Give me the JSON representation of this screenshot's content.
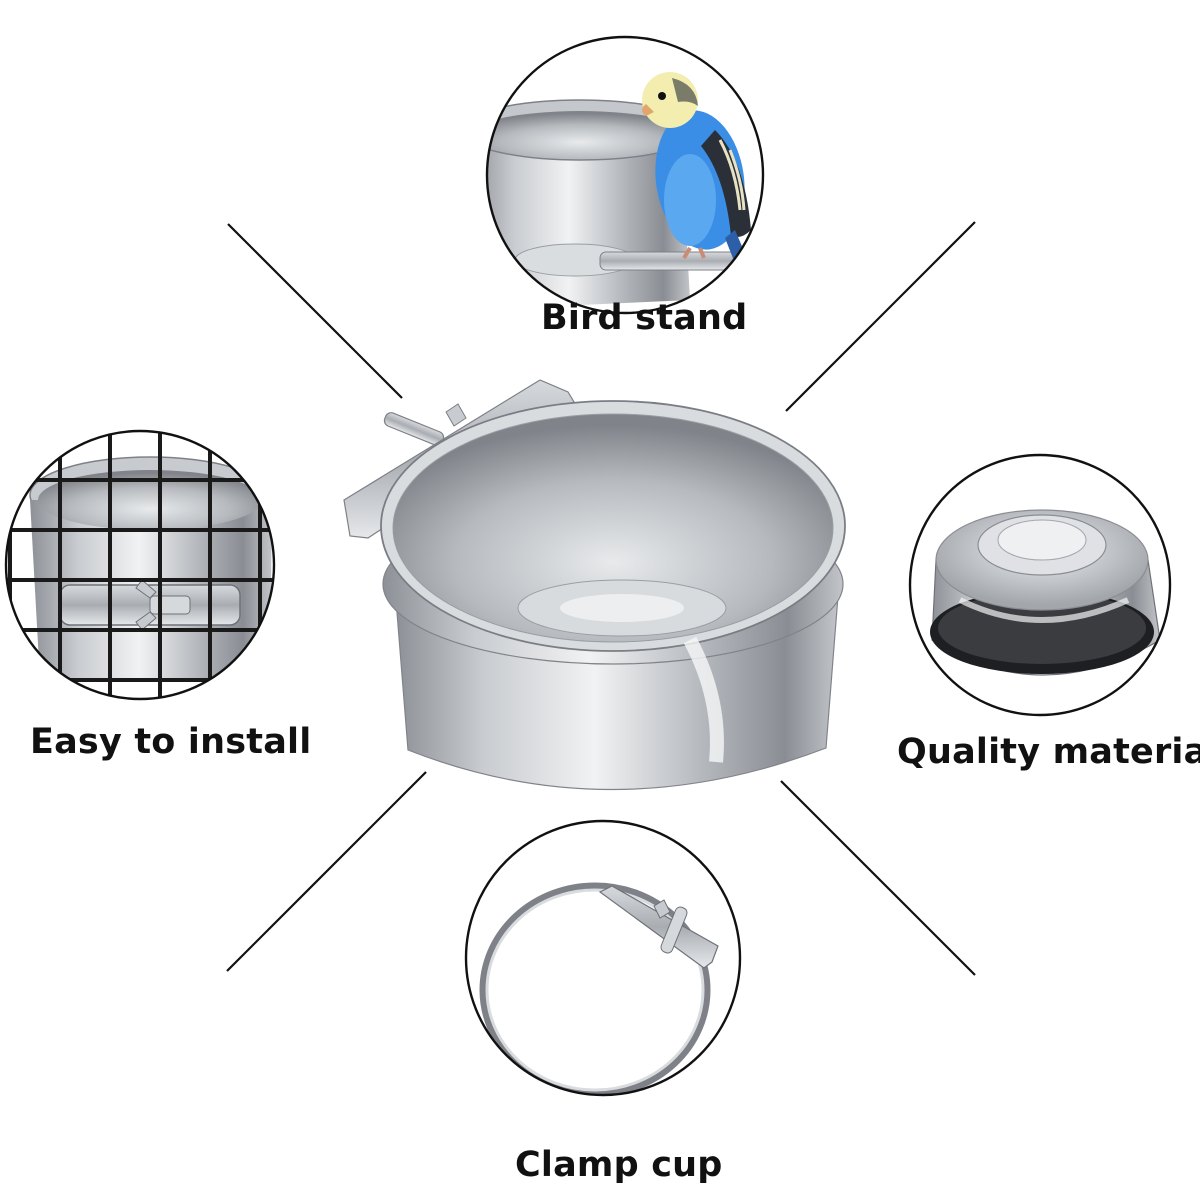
{
  "features": {
    "top": {
      "label": "Bird stand",
      "icon": "parakeet-on-bowl-icon"
    },
    "left": {
      "label": "Easy to install",
      "icon": "cage-mounted-bowl-icon"
    },
    "right": {
      "label": "Quality material",
      "icon": "bowl-bottom-icon"
    },
    "bottom": {
      "label": "Clamp cup",
      "icon": "clamp-ring-icon"
    }
  },
  "product": {
    "icon": "stainless-steel-bowl-icon"
  },
  "colors": {
    "steel": "#b8bcc0",
    "steel_dark": "#6e7278",
    "bird_blue": "#3a8ee6",
    "line": "#111111"
  }
}
